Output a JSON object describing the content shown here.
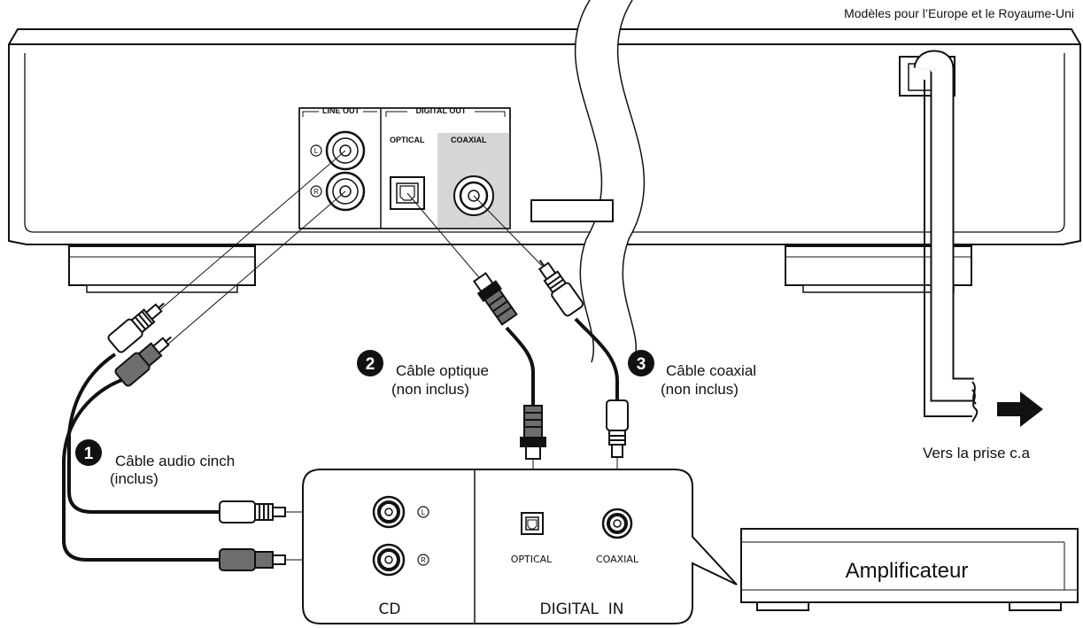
{
  "header": {
    "region_note": "Modèles pour l’Europe et le Royaume-Uni"
  },
  "player_panel": {
    "line_out_label": "LINE OUT",
    "digital_out_label": "DIGITAL OUT",
    "optical_label": "OPTICAL",
    "coaxial_label": "COAXIAL",
    "left_mark": "L",
    "right_mark": "R"
  },
  "cables": [
    {
      "number": "1",
      "name": "Câble audio cinch",
      "note": "(inclus)"
    },
    {
      "number": "2",
      "name": "Câble optique",
      "note": "(non inclus)"
    },
    {
      "number": "3",
      "name": "Câble coaxial",
      "note": "(non inclus)"
    }
  ],
  "power": {
    "label": "Vers la prise c.a"
  },
  "amp_panel": {
    "cd_label": "CD",
    "digital_in_label": "DIGITAL  IN",
    "optical_label": "OPTICAL",
    "coaxial_label": "COAXIAL",
    "left_mark": "L",
    "right_mark": "R"
  },
  "amplifier": {
    "label": "Amplificateur"
  },
  "colors": {
    "ink": "#111111",
    "coaxial_bg": "#d6d6d6",
    "cable_gray": "#6e6e6e"
  }
}
